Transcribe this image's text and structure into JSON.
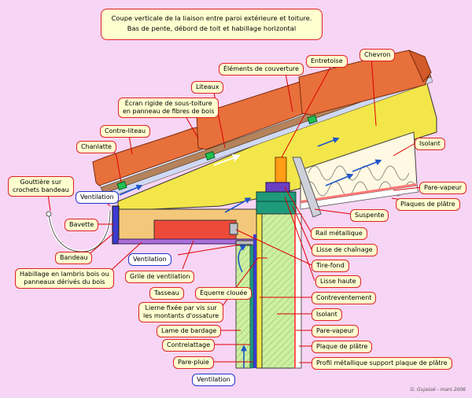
{
  "title": {
    "line1": "Coupe verticale de la liaison entre paroi extérieure et toiture.",
    "line2": "Bas de pente, débord de toit et habillage horizontal"
  },
  "labels": {
    "elements_couverture": "Éléments de couverture",
    "entretoise": "Entretoise",
    "chevron": "Chevron",
    "liteaux": "Liteaux",
    "ecran_1": "Écran rigide de sous-toiture",
    "ecran_2": "en panneau de fibres de bois",
    "contre_liteau": "Contre-liteau",
    "chanlatte": "Chanlatte",
    "isolant_toit": "Isolant",
    "gouttiere_1": "Gouttière sur",
    "gouttiere_2": "crochets bandeau",
    "ventilation_haut": "Ventilation",
    "bavette": "Bavette",
    "pare_vapeur_toit": "Pare-vapeur",
    "plaques_platre": "Plaques de plâtre",
    "suspente": "Suspente",
    "rail_metallique": "Rail métallique",
    "bandeau": "Bandeau",
    "ventilation_milieu": "Ventilation",
    "lisse_chainage": "Lisse de chaînage",
    "habillage_1": "Habillage en lambris bois ou",
    "habillage_2": "panneaux dérivés du bois",
    "grille_ventilation": "Grile de ventilation",
    "tire_fond": "Tire-fond",
    "equerre": "Équerre clouée",
    "tasseau": "Tasseau",
    "lisse_haute": "Lisse haute",
    "contreventement": "Contreventement",
    "lierne_1": "Lierne fixée par vis sur",
    "lierne_2": "les montants d'ossature",
    "isolant_mur": "Isolant",
    "lame_bardage": "Lame de bardage",
    "pare_vapeur_mur": "Pare-vapeur",
    "contrelattage": "Contrelattage",
    "plaque_platre": "Plaque de plâtre",
    "pare_pluie": "Pare-pluie",
    "profil_metallique": "Profil métallique support plaque de plâtre",
    "ventilation_bas": "Ventilation"
  },
  "signature": "G. Gujassé - mars 2006",
  "colors": {
    "background": "#f7d5f4",
    "label_fill": "#ffffd0",
    "label_border": "#dd2222",
    "ventilation_border": "#2233cc",
    "leader": "#dd0000",
    "tile": "#e8703a",
    "chevron": "#f2e64a",
    "soffit": "#f4c87a",
    "purple": "#a96fd8",
    "wall_green": "#ccf0a0",
    "post": "#ff9d16",
    "rail": "#1f9a7a",
    "blue_arrow": "#1d56c9"
  }
}
